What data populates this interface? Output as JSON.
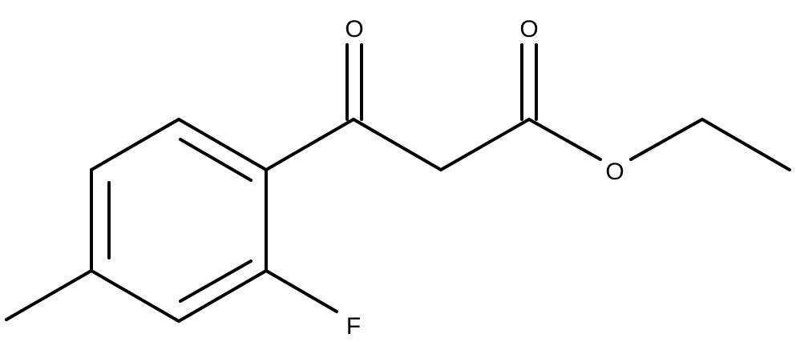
{
  "molecule": {
    "atoms": {
      "ketone_oxygen": "O",
      "ester_carbonyl_oxygen": "O",
      "ester_oxygen": "O",
      "fluorine": "F"
    }
  },
  "colors": {
    "bond": "#000000",
    "label": "#000000",
    "background": "#ffffff"
  }
}
